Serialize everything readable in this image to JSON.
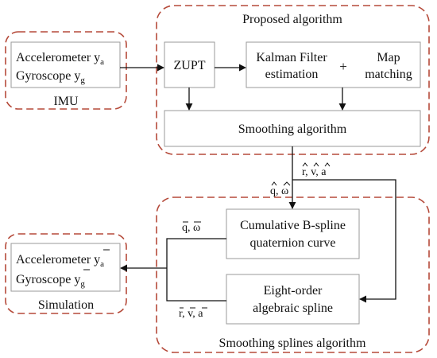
{
  "groups": {
    "imu": "IMU",
    "proposed": "Proposed algorithm",
    "simulation": "Simulation",
    "smoothing_splines": "Smoothing splines algorithm"
  },
  "boxes": {
    "imu_sensors": {
      "line1": "Accelerometer y",
      "line1_sub": "a",
      "line2": "Gyroscope y",
      "line2_sub": "g"
    },
    "zupt": "ZUPT",
    "kalman": {
      "line1": "Kalman Filter",
      "line2": "estimation"
    },
    "plus": "+",
    "map_matching": {
      "line1": "Map",
      "line2": "matching"
    },
    "smoothing": "Smoothing algorithm",
    "bspline": {
      "line1": "Cumulative B-spline",
      "line2": "quaternion curve"
    },
    "eighth": {
      "line1": "Eight-order",
      "line2": "algebraic spline"
    },
    "sim_sensors": {
      "line1": "Accelerometer y",
      "line1_sub": "a",
      "line2": "Gyroscope y",
      "line2_sub": "g"
    }
  },
  "labels": {
    "hat_q_omega": "q, ω",
    "hat_r_v_a": "r, v, a",
    "bar_q_omega": "q, ω",
    "bar_r_v_a": "r, v, a"
  }
}
